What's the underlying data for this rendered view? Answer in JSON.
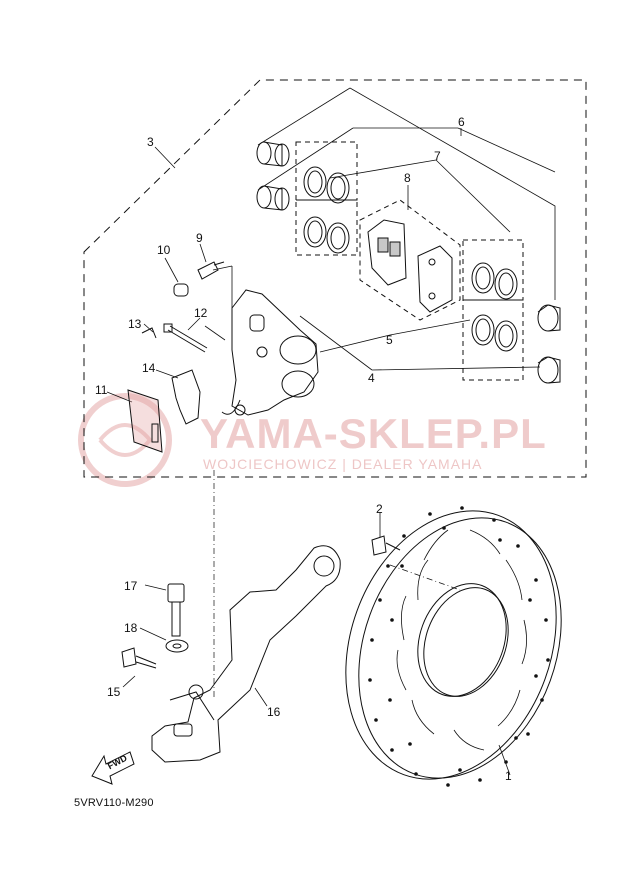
{
  "callouts": {
    "c1": "1",
    "c2": "2",
    "c3": "3",
    "c4": "4",
    "c5": "5",
    "c6": "6",
    "c7": "7",
    "c8": "8",
    "c9": "9",
    "c10": "10",
    "c11": "11",
    "c12": "12",
    "c13": "13",
    "c14": "14",
    "c15": "15",
    "c16": "16",
    "c17": "17",
    "c18": "18"
  },
  "diagram_code": "5VRV110-M290",
  "fwd_label": "FWD",
  "watermark": {
    "title": "YAMA-SKLEP.PL",
    "subtitle": "WOJCIECHOWICZ | DEALER YAMAHA",
    "color": "#e2a0a0"
  },
  "colors": {
    "line": "#111111",
    "pad_fill": "#c8c8c8"
  }
}
